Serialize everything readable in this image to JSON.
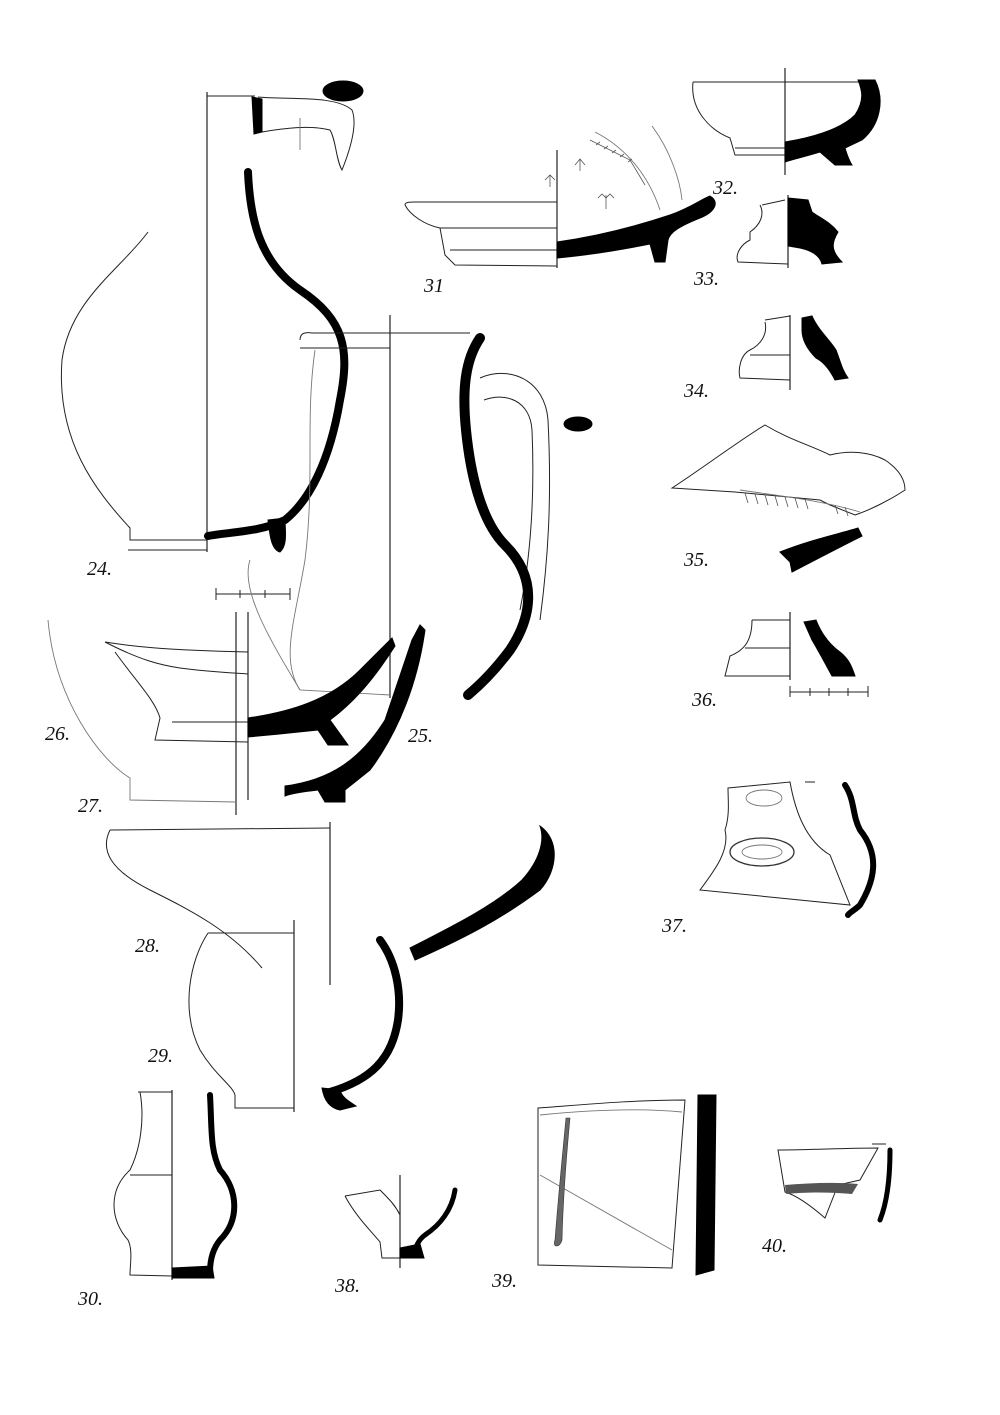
{
  "figure_labels": {
    "f24": "24.",
    "f25": "25.",
    "f26": "26.",
    "f27": "27.",
    "f28": "28.",
    "f29": "29.",
    "f30": "30.",
    "f31": "31",
    "f32": "32.",
    "f33": "33.",
    "f34": "34.",
    "f35": "35.",
    "f36": "36.",
    "f37": "37.",
    "f38": "38.",
    "f39": "39.",
    "f40": "40."
  },
  "colors": {
    "section_fill": "#000000",
    "outline": "#222222",
    "background": "#ffffff"
  }
}
